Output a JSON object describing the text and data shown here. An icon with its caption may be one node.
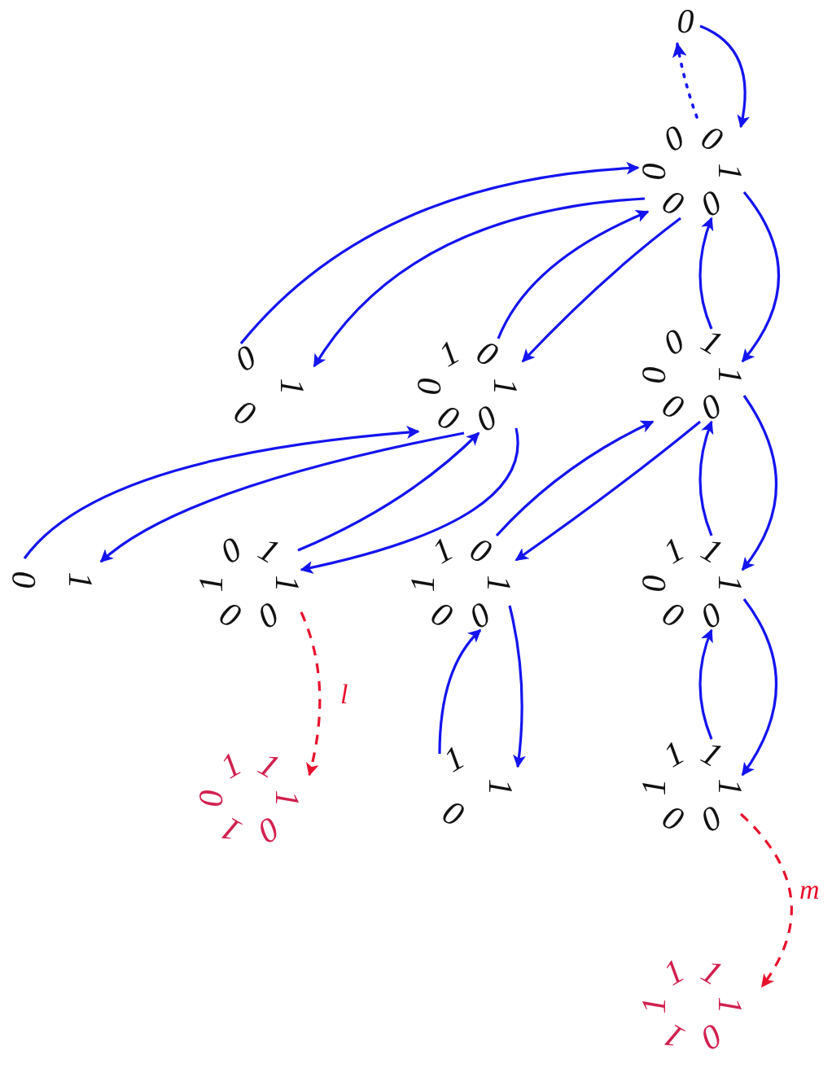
{
  "diagram": {
    "nodes": [
      {
        "text": [
          "0"
        ]
      },
      {
        "text": [
          "1",
          "0",
          "0",
          "0",
          "0",
          "0"
        ]
      },
      {
        "text": [
          "1",
          "1",
          "0",
          "0",
          "0",
          "0"
        ]
      },
      {
        "text": [
          "1",
          "0",
          "1",
          "0",
          "0",
          "0"
        ]
      },
      {
        "text": [
          "1",
          "0",
          "0"
        ]
      },
      {
        "text": [
          "1",
          "0"
        ]
      },
      {
        "text": [
          "1",
          "1",
          "0",
          "1",
          "0",
          "0"
        ]
      },
      {
        "text": [
          "1",
          "0",
          "1",
          "1",
          "0",
          "0"
        ]
      },
      {
        "text": [
          "1",
          "1",
          "1",
          "0",
          "0",
          "0"
        ]
      },
      {
        "text": [
          "1",
          "1",
          "0"
        ]
      },
      {
        "text": [
          "1",
          "1",
          "1",
          "1",
          "0",
          "0"
        ]
      },
      {
        "text": [
          "1",
          "1",
          "1",
          "0",
          "1",
          "0"
        ]
      },
      {
        "text": [
          "1",
          "1",
          "1",
          "1",
          "1",
          "0"
        ]
      }
    ],
    "edges": [
      {
        "from": 1,
        "to": 0,
        "arrow": "to",
        "style": "dashed"
      },
      {
        "from": 0,
        "to": 1,
        "arrow": "to"
      },
      {
        "from": 1,
        "to": 2,
        "arrow": "to"
      },
      {
        "from": 2,
        "to": 1,
        "arrow": "to"
      },
      {
        "from": 4,
        "to": 1,
        "arrow": "to"
      },
      {
        "from": 1,
        "to": 4,
        "arrow": "to"
      },
      {
        "from": 3,
        "to": 1,
        "arrow": "to"
      },
      {
        "from": 1,
        "to": 3,
        "arrow": "to"
      },
      {
        "from": 2,
        "to": 8,
        "arrow": "to"
      },
      {
        "from": 8,
        "to": 2,
        "arrow": "to"
      },
      {
        "from": 7,
        "to": 2,
        "arrow": "to"
      },
      {
        "from": 2,
        "to": 7,
        "arrow": "to"
      },
      {
        "from": 3,
        "to": 6,
        "arrow": "to"
      },
      {
        "from": 6,
        "to": 3,
        "arrow": "to"
      },
      {
        "from": 5,
        "to": 3,
        "arrow": "to"
      },
      {
        "from": 3,
        "to": 5,
        "arrow": "to"
      },
      {
        "from": 8,
        "to": 10,
        "arrow": "to"
      },
      {
        "from": 10,
        "to": 8,
        "arrow": "to"
      },
      {
        "from": 9,
        "to": 7,
        "arrow": "to"
      },
      {
        "from": 7,
        "to": 9,
        "arrow": "to"
      },
      {
        "from": 6,
        "to": 11,
        "arrow": "to",
        "style": "dashed",
        "color": "#e8102c",
        "label": "l"
      },
      {
        "from": 10,
        "to": 12,
        "arrow": "to",
        "style": "dashed",
        "color": "#e8102c",
        "label": "m"
      }
    ]
  }
}
